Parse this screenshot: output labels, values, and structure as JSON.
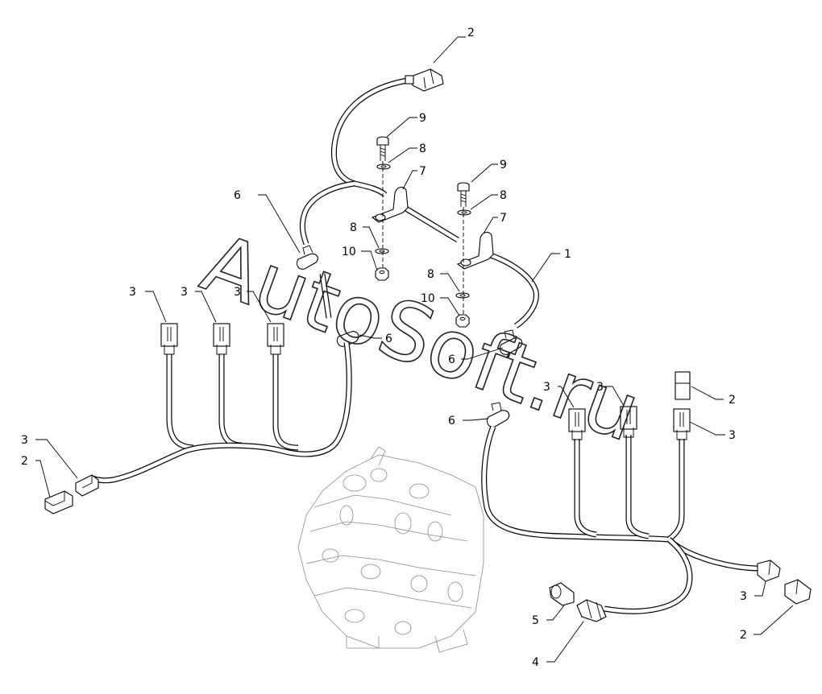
{
  "diagram": {
    "watermark": "AutoSoft.ru",
    "callouts": [
      {
        "id": "c-2-top",
        "label": "2"
      },
      {
        "id": "c-9-a",
        "label": "9"
      },
      {
        "id": "c-8-a",
        "label": "8"
      },
      {
        "id": "c-7-a",
        "label": "7"
      },
      {
        "id": "c-9-b",
        "label": "9"
      },
      {
        "id": "c-8-b",
        "label": "8"
      },
      {
        "id": "c-7-b",
        "label": "7"
      },
      {
        "id": "c-6-top",
        "label": "6"
      },
      {
        "id": "c-8-c",
        "label": "8"
      },
      {
        "id": "c-10-a",
        "label": "10"
      },
      {
        "id": "c-1",
        "label": "1"
      },
      {
        "id": "c-8-d",
        "label": "8"
      },
      {
        "id": "c-10-b",
        "label": "10"
      },
      {
        "id": "c-3-l1",
        "label": "3"
      },
      {
        "id": "c-3-l2",
        "label": "3"
      },
      {
        "id": "c-3-l3",
        "label": "3"
      },
      {
        "id": "c-6-mid",
        "label": "6"
      },
      {
        "id": "c-6-right",
        "label": "6"
      },
      {
        "id": "c-3-r1",
        "label": "3"
      },
      {
        "id": "c-3-r2",
        "label": "3"
      },
      {
        "id": "c-2-right",
        "label": "2"
      },
      {
        "id": "c-3-r3",
        "label": "3"
      },
      {
        "id": "c-6-low",
        "label": "6"
      },
      {
        "id": "c-3-left",
        "label": "3"
      },
      {
        "id": "c-2-left",
        "label": "2"
      },
      {
        "id": "c-3-br",
        "label": "3"
      },
      {
        "id": "c-2-br",
        "label": "2"
      },
      {
        "id": "c-5",
        "label": "5"
      },
      {
        "id": "c-4",
        "label": "4"
      }
    ]
  }
}
